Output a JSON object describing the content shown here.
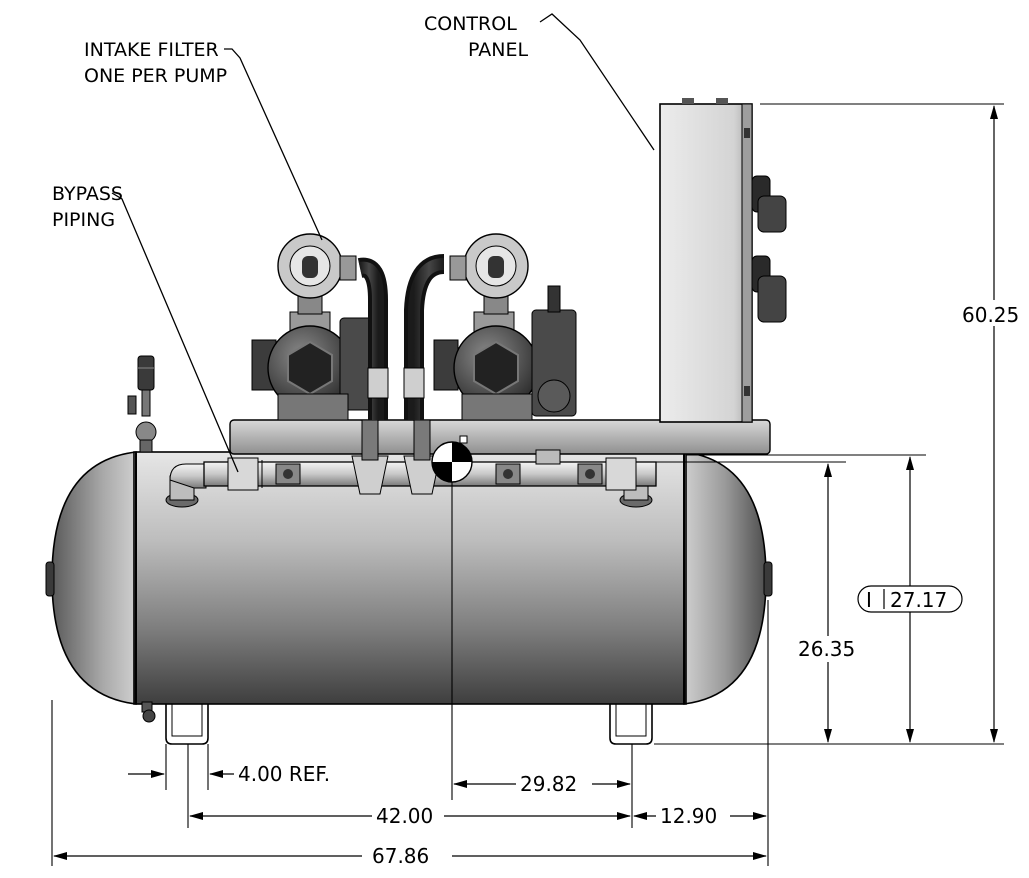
{
  "callouts": {
    "control_panel": [
      "CONTROL",
      "PANEL"
    ],
    "intake_filter": [
      "INTAKE FILTER",
      "ONE PER PUMP"
    ],
    "bypass_piping": [
      "BYPASS",
      "PIPING"
    ]
  },
  "dimensions": {
    "overall_height": "60.25",
    "inlet_height": "26.35",
    "center_height": "27.17",
    "center_height_prefix": "I",
    "foot_width": "4.00 REF.",
    "foot_spacing": "42.00",
    "center_to_foot": "29.82",
    "foot_to_end": "12.90",
    "overall_length": "67.86"
  }
}
